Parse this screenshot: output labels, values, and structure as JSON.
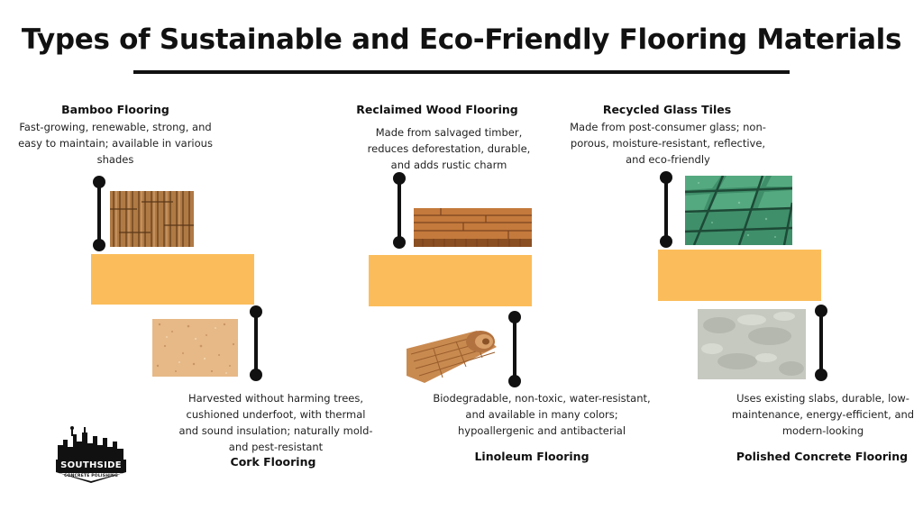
{
  "title": "Types of Sustainable and Eco-Friendly Flooring Materials",
  "materials": [
    {
      "name": "Bamboo Flooring",
      "description": "Fast-growing, renewable, strong, and easy to maintain; available in various shades"
    },
    {
      "name": "Cork Flooring",
      "description": "Harvested without harming trees, cushioned underfoot, with thermal and sound insulation; naturally mold- and pest-resistant"
    },
    {
      "name": "Reclaimed Wood Flooring",
      "description": "Made from salvaged timber, reduces deforestation, durable, and adds rustic charm"
    },
    {
      "name": "Linoleum Flooring",
      "description": "Biodegradable, non-toxic, water-resistant, and available in many colors; hypoallergenic and antibacterial"
    },
    {
      "name": "Recycled Glass Tiles",
      "description": "Made from post-consumer glass; non-porous, moisture-resistant, reflective, and eco-friendly"
    },
    {
      "name": "Polished Concrete Flooring",
      "description": "Uses existing slabs, durable, low-maintenance, energy-efficient, and modern-looking"
    }
  ],
  "logo": {
    "line1": "SOUTHSIDE",
    "line2": "CONCRETE POLISHING"
  },
  "colors": {
    "accent_bar": "#fbbd5b",
    "text": "#111111"
  }
}
